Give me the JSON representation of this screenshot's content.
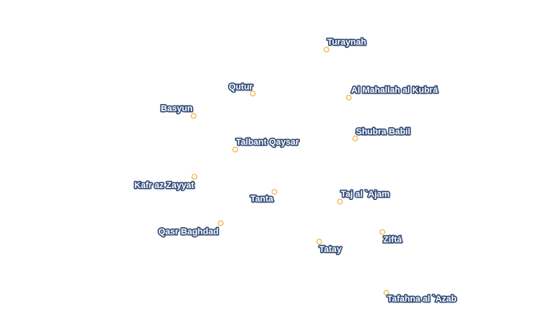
{
  "map": {
    "marker_color": "#f2b544",
    "label_text_color": "#ffffff",
    "label_halo_color": "#2f4a78",
    "places": [
      {
        "id": "turaynah",
        "name": "Turaynah"
      },
      {
        "id": "qutur",
        "name": "Qutur"
      },
      {
        "id": "al-mahallah-al-kubra",
        "name": "Al Mahallah al Kubrá"
      },
      {
        "id": "basyun",
        "name": "Basyun"
      },
      {
        "id": "shubra-babil",
        "name": "Shubra Babil"
      },
      {
        "id": "talbant-qaysar",
        "name": "Talbant Qaysar"
      },
      {
        "id": "kafr-az-zayyat",
        "name": "Kafr az Zayyat"
      },
      {
        "id": "tanta",
        "name": "Tanta"
      },
      {
        "id": "taj-al-ajam",
        "name": "Taj al `Ajam"
      },
      {
        "id": "qasr-baghdad",
        "name": "Qasr Baghdad"
      },
      {
        "id": "zifta",
        "name": "Ziftá"
      },
      {
        "id": "tatay",
        "name": "Tatay"
      },
      {
        "id": "tafahna-al-azab",
        "name": "Tafahna al `Azab"
      }
    ]
  }
}
